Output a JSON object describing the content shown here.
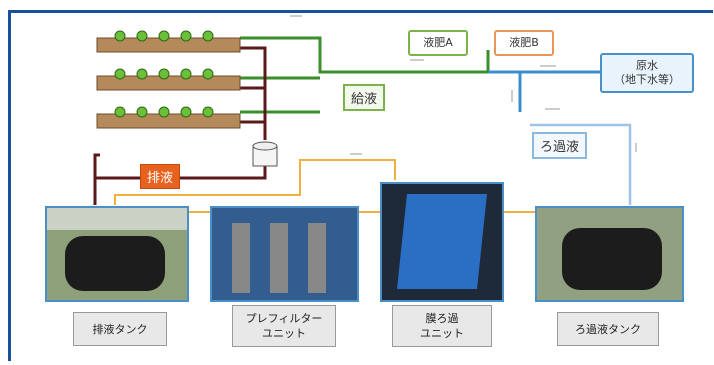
{
  "inputs": {
    "fertilizer_a": "液肥A",
    "fertilizer_b": "液肥B",
    "raw_water": "原水\n（地下水等）"
  },
  "flow_labels": {
    "supply": "給液",
    "drain": "排液",
    "filtrate": "ろ過液"
  },
  "units": [
    {
      "label": "排液タンク"
    },
    {
      "label": "プレフィルター\nユニット"
    },
    {
      "label": "膜ろ過\nユニット"
    },
    {
      "label": "ろ過液タンク"
    }
  ],
  "colors": {
    "supply_pipe": "#3a8f2a",
    "drain_pipe": "#5a1a1a",
    "filtrate_pipe": "#9ec3e6",
    "raw_water_pipe": "#3b8fd0",
    "process_pipe": "#f0b040",
    "frame": "#1b4f9c"
  }
}
